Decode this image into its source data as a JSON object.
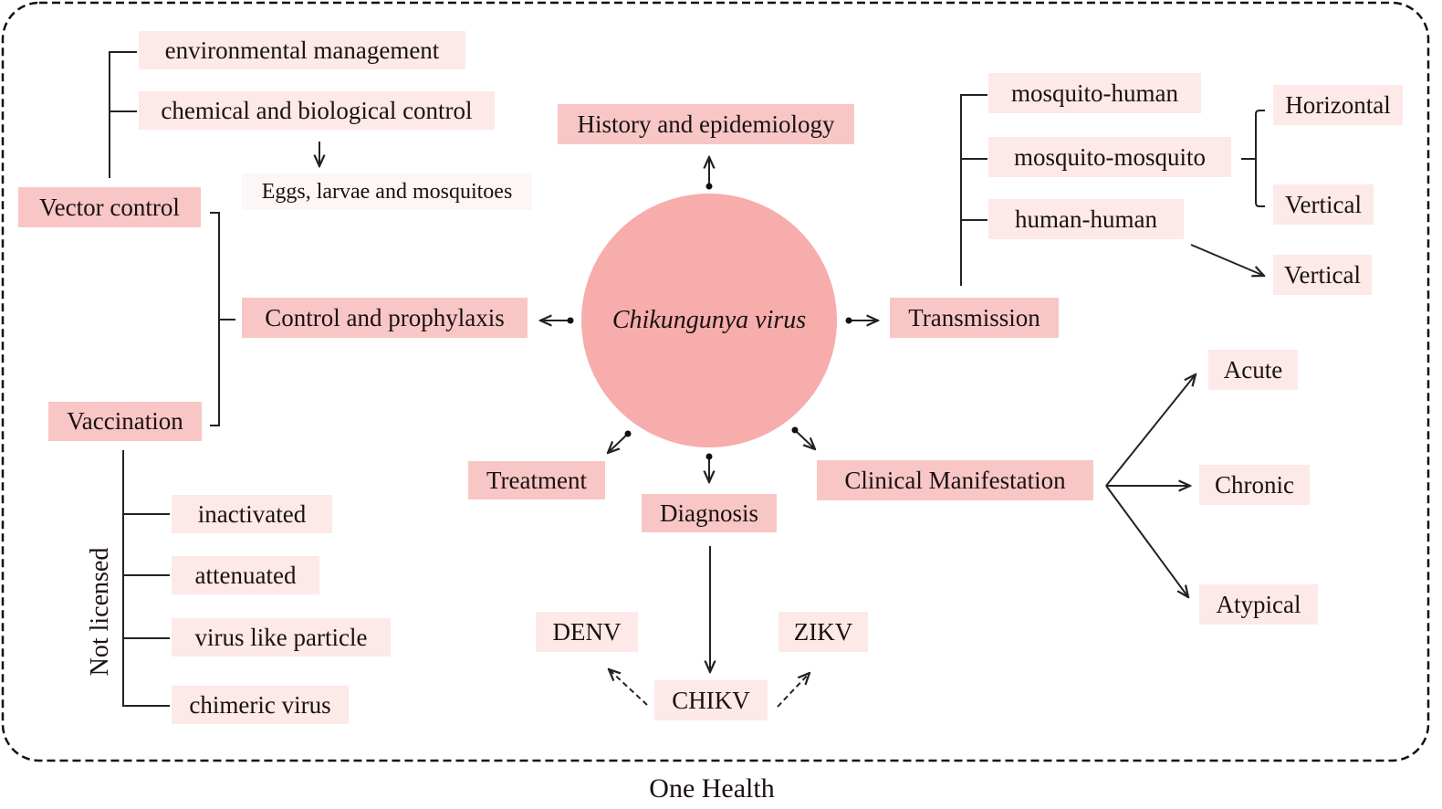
{
  "diagram": {
    "center": "Chikungunya virus",
    "footer": "One Health",
    "colors": {
      "main_box": "#f8c7c5",
      "sub_box": "#fce9e8",
      "circle": "#f6adab",
      "line": "#222222"
    },
    "topics": {
      "history": "History and epidemiology",
      "control": "Control and prophylaxis",
      "transmission": "Transmission",
      "treatment": "Treatment",
      "diagnosis": "Diagnosis",
      "clinical": "Clinical Manifestation"
    },
    "control": {
      "vector_control": "Vector control",
      "vaccination": "Vaccination",
      "vector_methods": [
        "environmental management",
        "chemical and biological control"
      ],
      "targets": "Eggs, larvae and mosquitoes",
      "vaccine_status": "Not licensed",
      "vaccine_types": [
        "inactivated",
        "attenuated",
        "virus like particle",
        "chimeric virus"
      ]
    },
    "transmission": {
      "routes": [
        "mosquito-human",
        "mosquito-mosquito",
        "human-human"
      ],
      "mosquito_mosquito_modes": [
        "Horizontal",
        "Vertical"
      ],
      "human_human_mode": "Vertical"
    },
    "clinical": {
      "phases": [
        "Acute",
        "Chronic",
        "Atypical"
      ]
    },
    "diagnosis": {
      "target": "CHIKV",
      "differentials": [
        "DENV",
        "ZIKV"
      ]
    }
  }
}
